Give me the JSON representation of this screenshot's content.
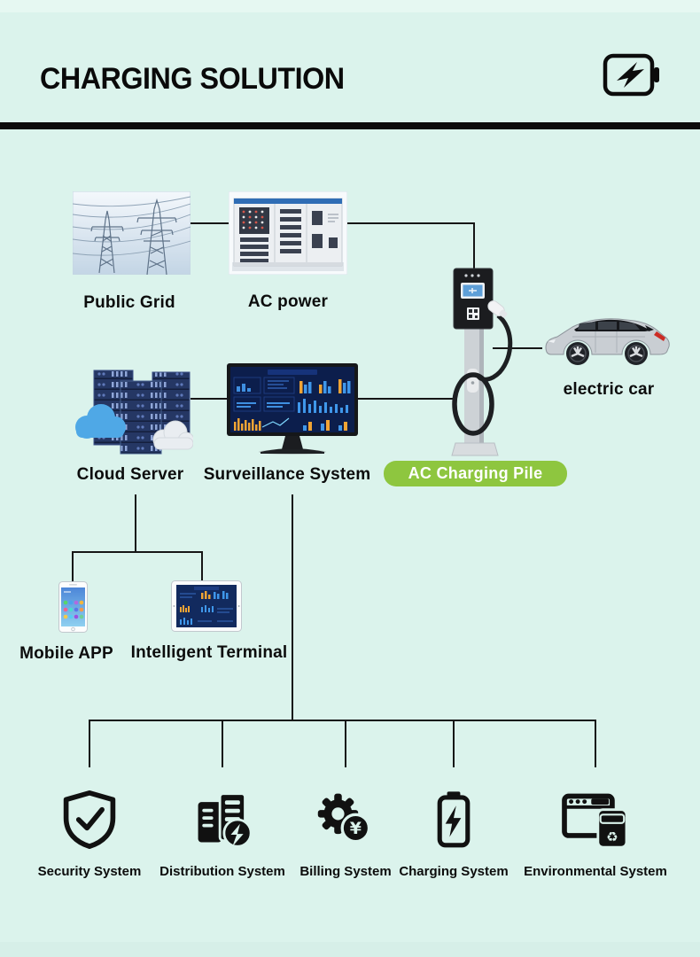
{
  "page": {
    "background": "#dbf3ec",
    "divider_color": "#0b0b0b",
    "line_color": "#161616"
  },
  "header": {
    "title": "CHARGING SOLUTION",
    "icon": "battery-charge-icon"
  },
  "nodes": {
    "public_grid": {
      "label": "Public Grid",
      "image": "power-transmission-towers-photo"
    },
    "ac_power": {
      "label": "AC power",
      "image": "power-distribution-cabinet-photo"
    },
    "cloud_server": {
      "label": "Cloud Server",
      "image": "server-racks-with-clouds"
    },
    "surveillance_system": {
      "label": "Surveillance System",
      "image": "dashboard-monitor"
    },
    "ac_charging_pile": {
      "label": "AC Charging Pile",
      "badge_color": "#8ec63f",
      "image": "ev-charging-pile"
    },
    "electric_car": {
      "label": "electric car",
      "image": "silver-suv-side-view"
    },
    "mobile_app": {
      "label": "Mobile APP",
      "image": "smartphone-app-screen"
    },
    "intelligent_terminal": {
      "label": "Intelligent Terminal",
      "image": "tablet-dashboard"
    }
  },
  "systems": [
    {
      "label": "Security System",
      "icon": "shield-check-icon"
    },
    {
      "label": "Distribution System",
      "icon": "server-bolt-icon"
    },
    {
      "label": "Billing System",
      "icon": "gear-yuan-icon",
      "badge_glyph": "¥"
    },
    {
      "label": "Charging System",
      "icon": "battery-bolt-icon"
    },
    {
      "label": "Environmental System",
      "icon": "window-recycle-icon",
      "badge_glyph": "♻"
    }
  ]
}
